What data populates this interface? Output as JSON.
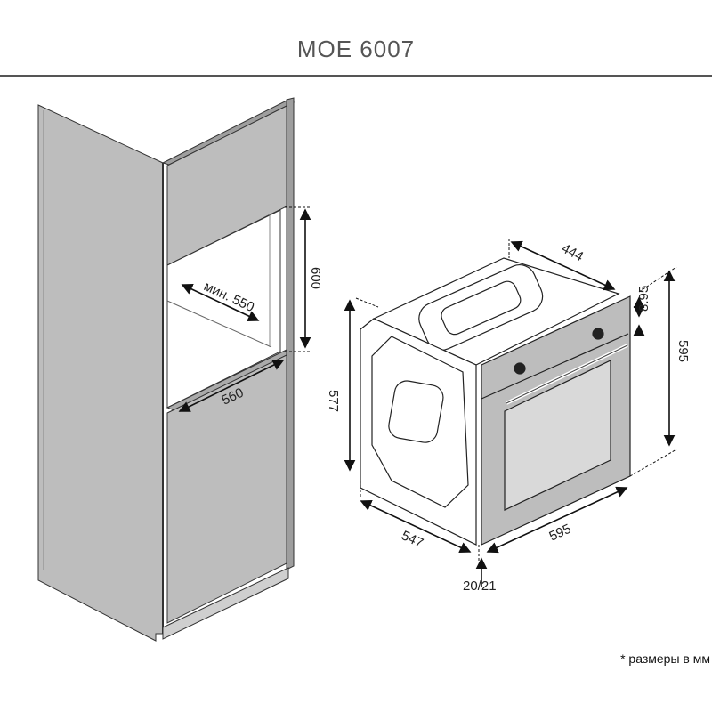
{
  "title": "MOE 6007",
  "note": "* размеры в мм",
  "cabinet": {
    "depth_min": "мин. 550",
    "height": "600",
    "width": "560"
  },
  "oven": {
    "depth_top": "444",
    "panel": "8.95",
    "height_front": "595",
    "height_side": "577",
    "depth_side": "547",
    "width": "595",
    "offset": "20/21"
  },
  "colors": {
    "panel": "#bdbdbd",
    "line": "#222222",
    "accent": "#555555"
  }
}
